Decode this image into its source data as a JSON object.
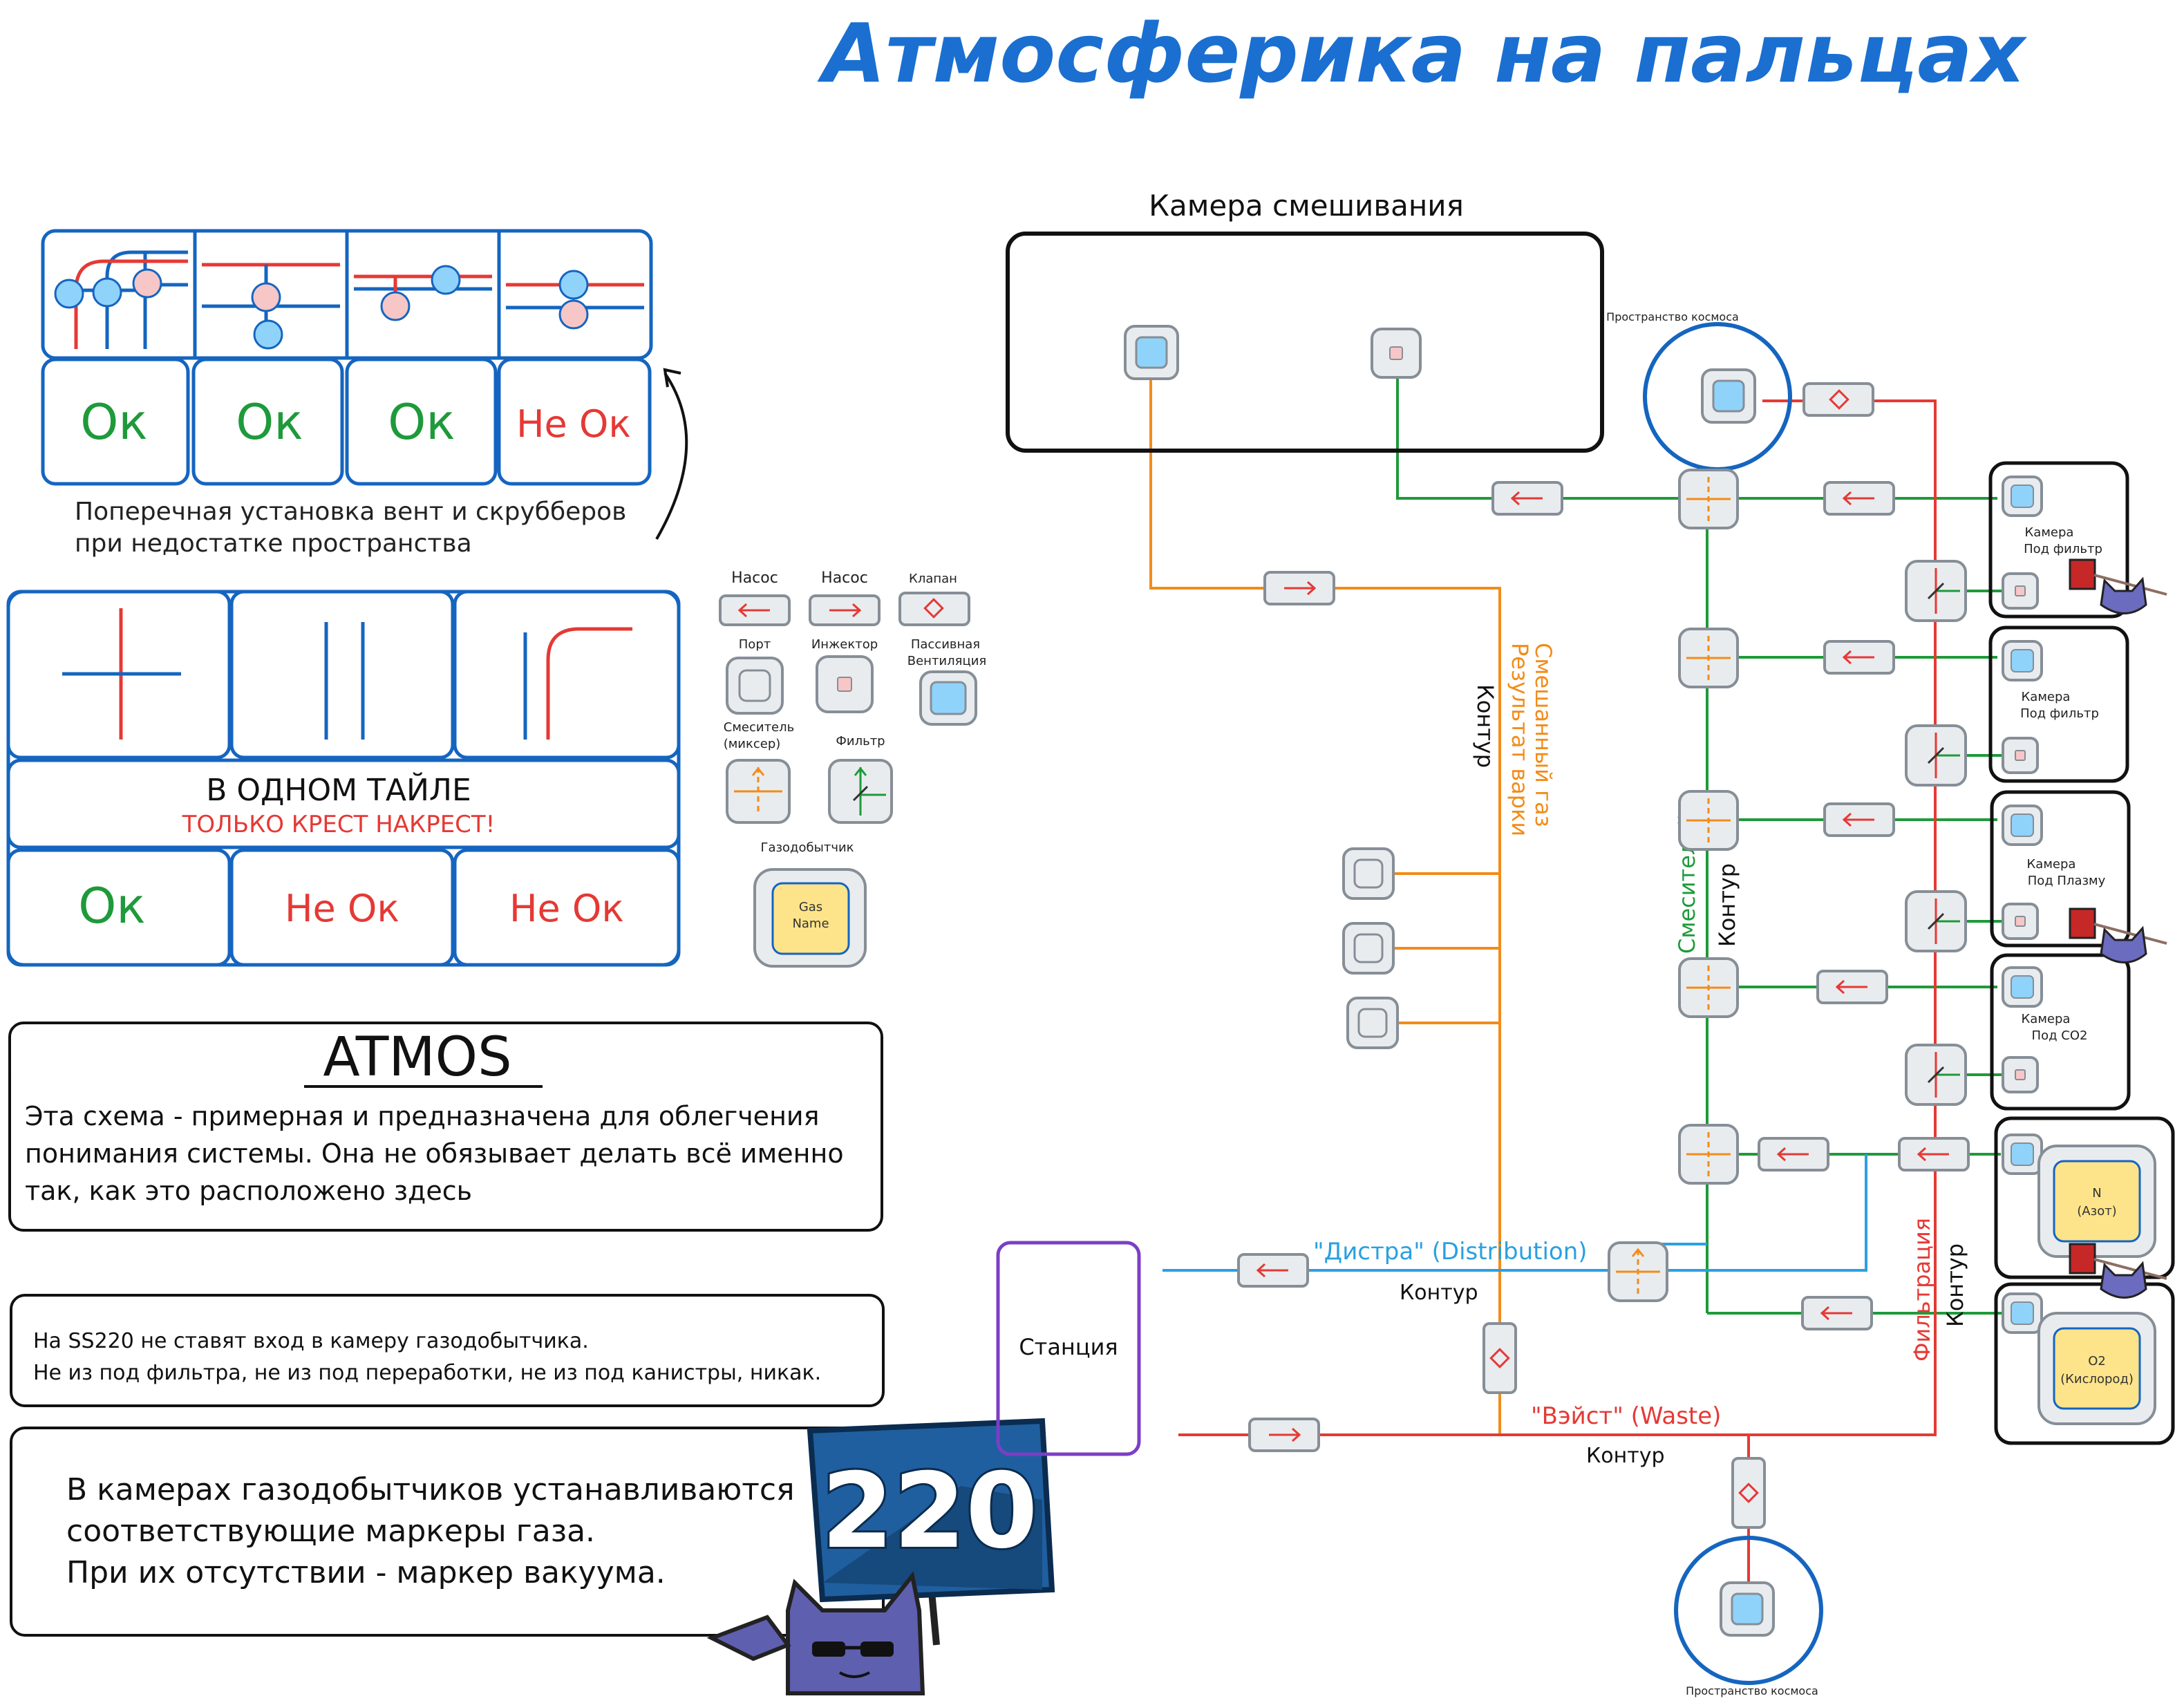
{
  "title": "Атмосферика на пальцах",
  "colors": {
    "title": "#1a6fd1",
    "red": "#e53935",
    "green": "#1e9a3a",
    "orange": "#f28c1a",
    "blue": "#1565c0",
    "cyan": "#2aa0e0",
    "purple": "#7b3fc4",
    "device_fill": "#e9ecef",
    "device_stroke": "#868e96",
    "vent_fill": "#8fd3fb",
    "injector_fill": "#f7c6c6",
    "gas_fill": "#fde48a"
  },
  "crossing_panel": {
    "results": [
      "Ок",
      "Ок",
      "Ок",
      "Не Ок"
    ],
    "caption_line1": "Поперечная установка вент и скрубберов",
    "caption_line2": "при недостатке пространства"
  },
  "tile_panel": {
    "heading": "В ОДНОМ ТАЙЛЕ",
    "subheading": "ТОЛЬКО КРЕСТ НАКРЕСТ!",
    "results": [
      "Ок",
      "Не Ок",
      "Не Ок"
    ]
  },
  "legend": {
    "pump1": "Насос",
    "pump2": "Насос",
    "valve": "Клапан",
    "port": "Порт",
    "injector": "Инжектор",
    "passive_vent_line1": "Пассивная",
    "passive_vent_line2": "Вентиляция",
    "mixer_line1": "Смеситель",
    "mixer_line2": "(миксер)",
    "filter": "Фильтр",
    "gas_miner": "Газодобытчик",
    "gas_name_line1": "Gas",
    "gas_name_line2": "Name"
  },
  "atmos_box": {
    "title": "ATMOS",
    "line1": "Эта схема - примерная и предназначена для облегчения",
    "line2": "понимания системы. Она не обязывает делать всё именно",
    "line3": "так, как это расположено здесь"
  },
  "ss220_note": {
    "line1": "На SS220 не ставят вход в камеру газодобытчика.",
    "line2": "Не из под фильтра, не из под переработки, не из под канистры, никак."
  },
  "markers_note": {
    "line1": "В камерах газодобытчиков устанавливаются",
    "line2": "соответствующие маркеры газа.",
    "line3": "При их отсутствии - маркер вакуума."
  },
  "sign_text": "220",
  "diagram": {
    "mix_chamber_label": "Камера смешивания",
    "space_top_label": "Пространство космоса",
    "space_bottom_label": "Пространство космоса",
    "mixed_gas_line1": "Смешанный газ",
    "mixed_gas_line2": "Результат варки",
    "contour_mixed": "Контур",
    "mixers_label": "Смесителей",
    "contour_mixers": "Контур",
    "filtration_label": "Фильтрация",
    "contour_filtration": "Контур",
    "distro_label": "\"Дистра\" (Distribution)",
    "contour_distro": "Контур",
    "waste_label": "\"Вэйст\" (Waste)",
    "contour_waste": "Контур",
    "station_label": "Станция",
    "chambers": [
      {
        "line1": "Камера",
        "line2": "Под фильтр"
      },
      {
        "line1": "Камера",
        "line2": "Под фильтр"
      },
      {
        "line1": "Камера",
        "line2": "Под Плазму"
      },
      {
        "line1": "Камера",
        "line2": "Под CO2"
      }
    ],
    "miners": [
      {
        "line1": "N",
        "line2": "(Азот)"
      },
      {
        "line1": "O2",
        "line2": "(Кислород)"
      }
    ]
  }
}
